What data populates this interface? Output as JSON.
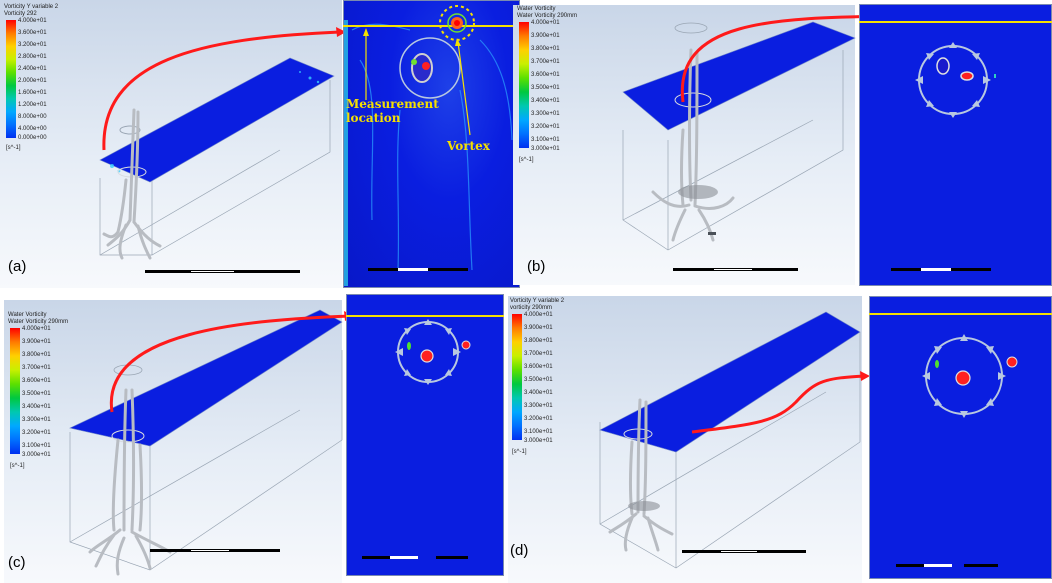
{
  "panels": [
    {
      "id": "a",
      "label": "(a)",
      "legend": {
        "title1": "Vorticity Y variable 2",
        "title2": "Vorticity 292",
        "ticks": [
          "4.000e+01",
          "3.600e+01",
          "3.200e+01",
          "2.800e+01",
          "2.400e+01",
          "2.000e+01",
          "1.600e+01",
          "1.200e+01",
          "8.000e+00",
          "4.000e+00",
          "0.000e+00"
        ],
        "unit": "[s^-1]"
      },
      "annotations": {
        "measurement_line1": "Measurement",
        "measurement_line2": "location",
        "vortex": "Vortex"
      }
    },
    {
      "id": "b",
      "label": "(b)",
      "legend": {
        "title1": "Water Vorticity",
        "title2": "Water Vorticity 290mm",
        "ticks": [
          "4.000e+01",
          "3.900e+01",
          "3.800e+01",
          "3.700e+01",
          "3.600e+01",
          "3.500e+01",
          "3.400e+01",
          "3.300e+01",
          "3.200e+01",
          "3.100e+01",
          "3.000e+01"
        ],
        "unit": "[s^-1]"
      }
    },
    {
      "id": "c",
      "label": "(c)",
      "legend": {
        "title1": "Water Vorticity",
        "title2": "Water Vorticity 290mm",
        "ticks": [
          "4.000e+01",
          "3.900e+01",
          "3.800e+01",
          "3.700e+01",
          "3.600e+01",
          "3.500e+01",
          "3.400e+01",
          "3.300e+01",
          "3.200e+01",
          "3.100e+01",
          "3.000e+01"
        ],
        "unit": "[s^-1]"
      }
    },
    {
      "id": "d",
      "label": "(d)",
      "legend": {
        "title1": "Vorticity Y variable 2",
        "title2": "vorticity 290mm",
        "ticks": [
          "4.000e+01",
          "3.900e+01",
          "3.800e+01",
          "3.700e+01",
          "3.600e+01",
          "3.500e+01",
          "3.400e+01",
          "3.300e+01",
          "3.200e+01",
          "3.100e+01",
          "3.000e+01"
        ],
        "unit": "[s^-1]"
      }
    }
  ],
  "colors": {
    "plane": "#0a1ee0",
    "arrow": "#ff1a1a",
    "annotation": "#f5e000",
    "colormap": [
      "#ff0000",
      "#ff7a00",
      "#ffd000",
      "#c8f000",
      "#5ce000",
      "#00c840",
      "#00c8b0",
      "#00a8ff",
      "#0070ff",
      "#0030f0"
    ]
  }
}
